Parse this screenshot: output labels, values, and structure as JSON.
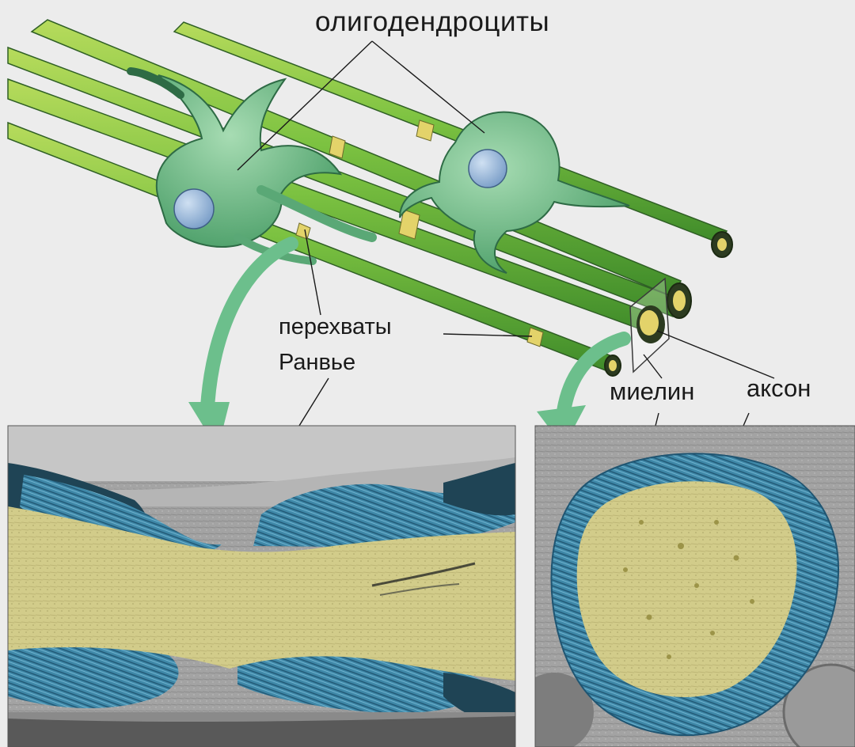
{
  "labels": {
    "oligodendrocytes": "олигодендроциты",
    "nodes_of_ranvier_line1": "перехваты",
    "nodes_of_ranvier_line2": "Ранвье",
    "myelin": "миелин",
    "axon": "аксон"
  },
  "colors": {
    "background": "#ececec",
    "oligodendrocyte_body": "#6fbf88",
    "nucleus": "#8fb3d9",
    "myelin_sheath": "#6db83a",
    "node_band": "#e3d36a",
    "axon_core": "#d9cd6a",
    "micrograph_myelin": "#3f88a8",
    "micrograph_axon": "#d4cf8a",
    "micrograph_bg": "#a9a9a9",
    "arrow": "#6cbf8c"
  }
}
